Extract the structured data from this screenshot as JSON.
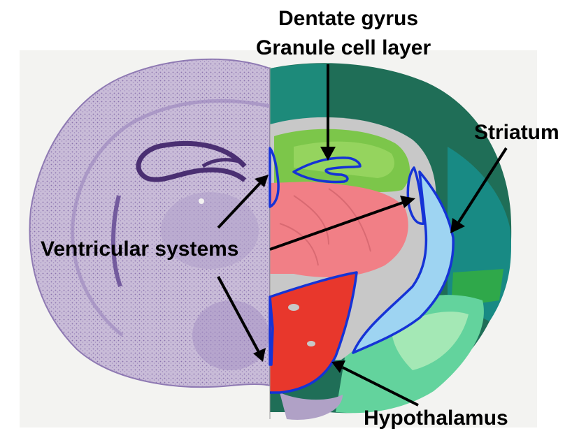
{
  "labels": {
    "dentate_line1": "Dentate gyrus",
    "dentate_line2": "Granule cell layer",
    "striatum": "Striatum",
    "ventricular": "Ventricular systems",
    "hypothalamus": "Hypothalamus"
  },
  "colors": {
    "nissl_stain": "#7a5f9c",
    "nissl_dark": "#4a2f72",
    "cortex_dark": "#1f6e57",
    "cortex_teal": "#188a84",
    "hippocampus": "#7cc64a",
    "thalamus": "#f17f86",
    "striatum_fill": "#9ed4f2",
    "hypothalamus_fill": "#e8372c",
    "outline": "#1533d6",
    "fiber_tract": "#c8c8c8"
  }
}
